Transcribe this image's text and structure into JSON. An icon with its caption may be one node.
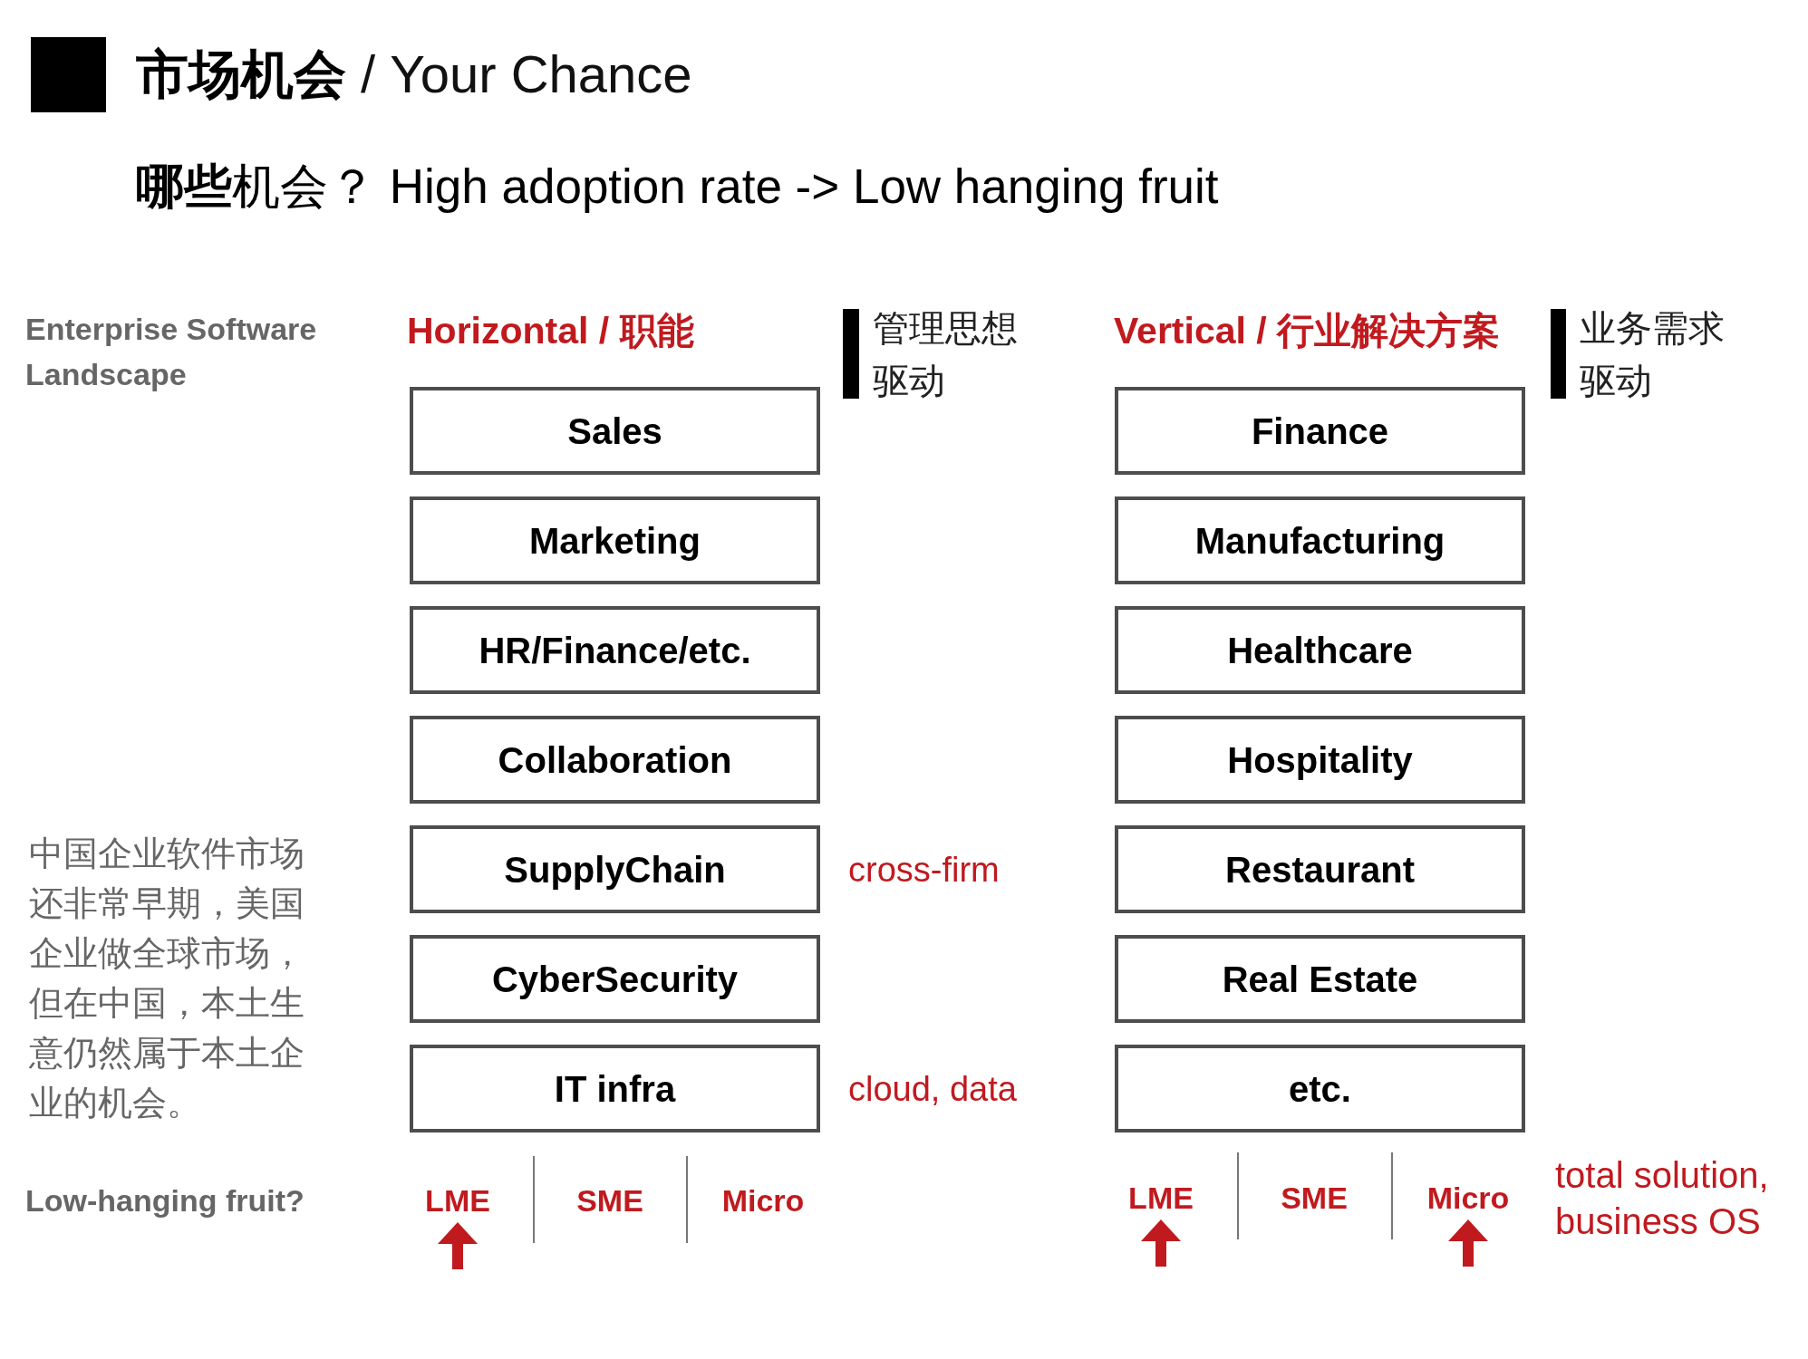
{
  "diagram": {
    "title": "**市场机会** / Your Chance",
    "nodes": [
      {
        "text": [
          "Sales"
        ]
      },
      {
        "text": [
          "Marketing"
        ]
      },
      {
        "text": [
          "HR/Finance/etc."
        ]
      },
      {
        "text": [
          "Collaboration"
        ]
      },
      {
        "text": [
          "SupplyChain"
        ],
        "beside": [
          "cross-firm"
        ]
      },
      {
        "text": [
          "CyberSecurity"
        ]
      },
      {
        "text": [
          "IT infra"
        ],
        "beside": [
          "cloud, data"
        ]
      },
      {
        "text": [
          "Finance"
        ]
      },
      {
        "text": [
          "Manufacturing"
        ]
      },
      {
        "text": [
          "Healthcare"
        ]
      },
      {
        "text": [
          "Hospitality"
        ]
      },
      {
        "text": [
          "Restaurant"
        ]
      },
      {
        "text": [
          "Real Estate"
        ]
      },
      {
        "text": [
          "etc."
        ]
      },
      {
        "text": [
          "LME"
        ]
      },
      {
        "text": [
          "LME"
        ]
      },
      {
        "text": [
          "Micro"
        ]
      }
    ],
    "edges": [
      {
        "from": null,
        "to": 14,
        "arrow": "to"
      },
      {
        "from": null,
        "to": 15,
        "arrow": "to"
      },
      {
        "from": null,
        "to": 16,
        "arrow": "to"
      }
    ],
    "labels": [
      "**哪些**机会？ High adoption rate -> Low hanging fruit",
      "Enterprise Software Landscape",
      "Horizontal / 职能",
      "管理思想驱动",
      "Vertical / 行业解决方案",
      "业务需求驱动",
      "中国企业软件市场还非常早期，美国企业做全球市场，但在中国，本土生意仍然属于本土企业的机会。",
      "Low-hanging fruit?",
      "SME",
      "Micro",
      "SME",
      "total solution, business OS"
    ]
  }
}
